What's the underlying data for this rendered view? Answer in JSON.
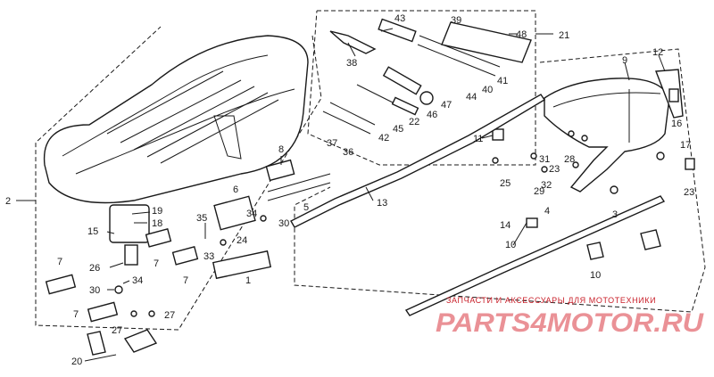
{
  "callouts": [
    "2",
    "7",
    "7",
    "7",
    "7",
    "8",
    "6",
    "5",
    "15",
    "18",
    "19",
    "26",
    "30",
    "34",
    "33",
    "24",
    "35",
    "34",
    "30",
    "1",
    "27",
    "27",
    "20",
    "13",
    "38",
    "43",
    "39",
    "48",
    "21",
    "9",
    "12",
    "16",
    "37",
    "36",
    "42",
    "45",
    "22",
    "46",
    "47",
    "44",
    "40",
    "41",
    "11",
    "25",
    "32",
    "29",
    "31",
    "28",
    "23",
    "17",
    "23",
    "3",
    "4",
    "14",
    "10",
    "10"
  ],
  "watermark": {
    "tagline": "ЗАПЧАСТИ И АКСЕССУАРЫ ДЛЯ МОТОТЕХНИКИ",
    "brand": "PARTS4MOTOR.RU"
  },
  "colors": {
    "line": "#1a1a1a",
    "watermark": "#c9202a",
    "background": "#ffffff"
  }
}
